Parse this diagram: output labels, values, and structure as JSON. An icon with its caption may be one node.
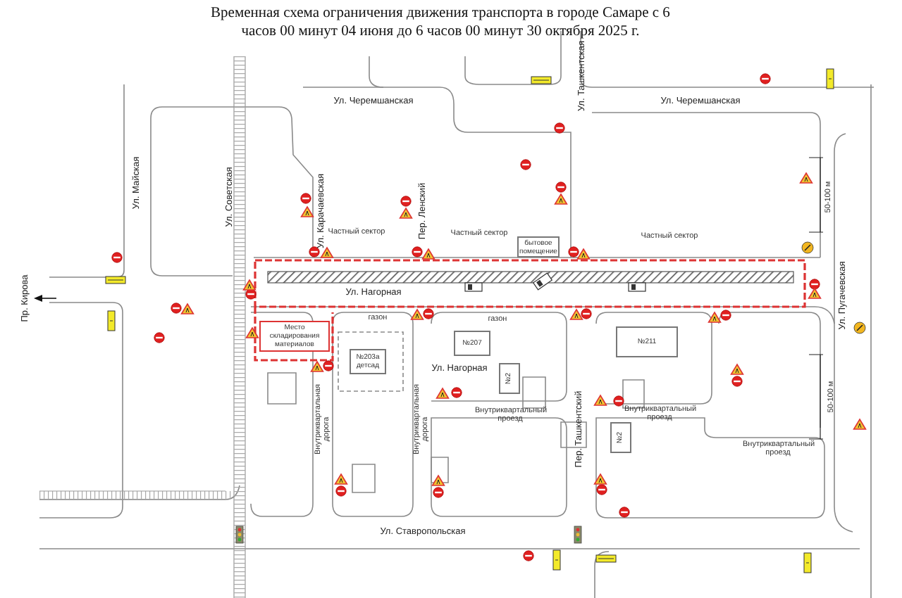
{
  "diagram": {
    "title": "Временная схема ограничения движения транспорта в городе Самаре с 6 часов 00 минут 04 июня до 6 часов 00 минут 30 октября 2025 г.",
    "nodes": [
      {
        "text": [
          "Место складирования материалов"
        ]
      },
      {
        "text": [
          "№203а",
          "детсад"
        ]
      },
      {
        "text": [
          "№207"
        ]
      },
      {
        "text": [
          "№2"
        ]
      },
      {
        "text": [
          "№211"
        ]
      },
      {
        "text": [
          "№2"
        ]
      },
      {
        "text": [
          "бытовое помещение"
        ]
      }
    ],
    "labels": [
      "Ул. Ташкентская",
      "Ул. Черемшанская",
      "Ул. Черемшанская",
      "Ул. Майская",
      "Ул. Советская",
      "Ул. Карачаевская",
      "Пер. Ленский",
      "Частный сектор",
      "Частный сектор",
      "Частный сектор",
      "50-100 м",
      "Пр. Кирова",
      "Ул. Нагорная",
      "газон",
      "газон",
      "Ул. Пугачевская",
      "Ул. Нагорная",
      "50-100 м",
      "Внутриквартальная дорога",
      "Внутриквартальная дорога",
      "Внутриквартальный проезд",
      "Пер. Ташкентский",
      "Внутриквартальный проезд",
      "Внутриквартальный проезд",
      "Ул. Ставропольская"
    ]
  }
}
